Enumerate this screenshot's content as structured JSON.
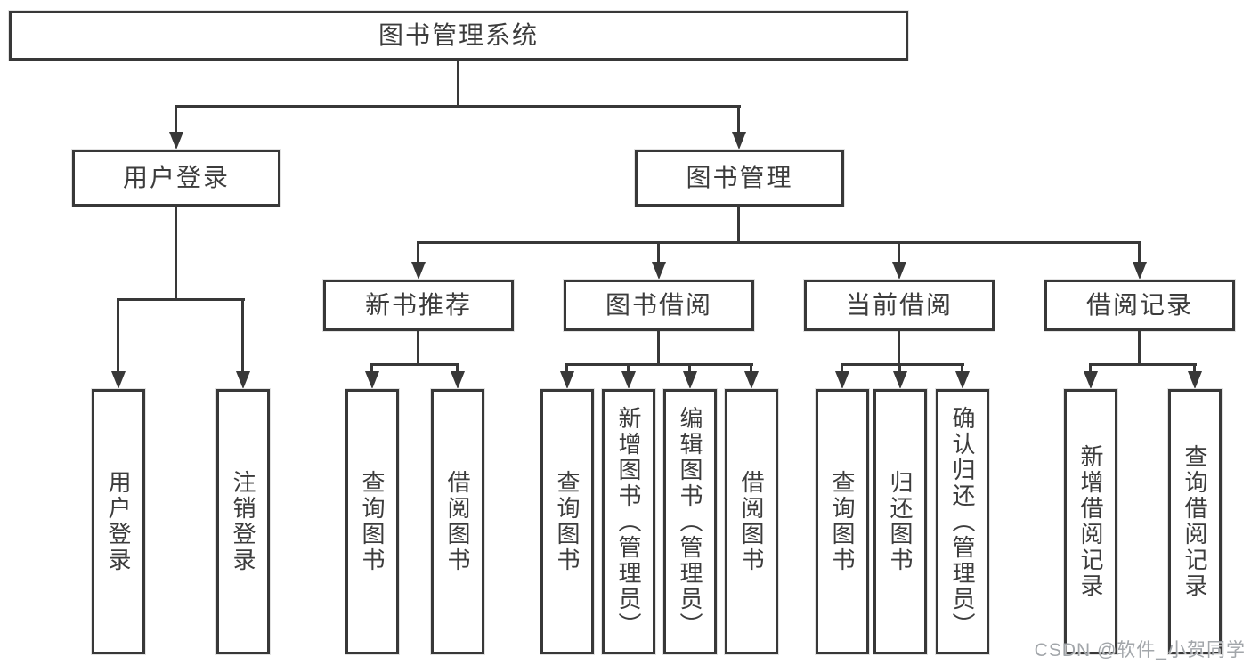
{
  "diagram": {
    "root": {
      "label": "图书管理系统"
    },
    "level2": [
      {
        "label": "用户登录"
      },
      {
        "label": "图书管理"
      }
    ],
    "level3": [
      {
        "label": "新书推荐"
      },
      {
        "label": "图书借阅"
      },
      {
        "label": "当前借阅"
      },
      {
        "label": "借阅记录"
      }
    ],
    "leaves": {
      "login": [
        "用户登录",
        "注销登录"
      ],
      "recommend": [
        "查询图书",
        "借阅图书"
      ],
      "borrow": [
        "查询图书",
        "新增图书（管理员）",
        "编辑图书（管理员）",
        "借阅图书"
      ],
      "current": [
        "查询图书",
        "归还图书",
        "确认归还（管理员）"
      ],
      "records": [
        "新增借阅记录",
        "查询借阅记录"
      ]
    }
  },
  "watermark": {
    "text": "CSDN @软件_小贺同学"
  },
  "colors": {
    "line": "#383838",
    "box_border": "#383838",
    "text": "#3c3c3c",
    "watermark": "#9da1a5",
    "background": "#ffffff"
  }
}
